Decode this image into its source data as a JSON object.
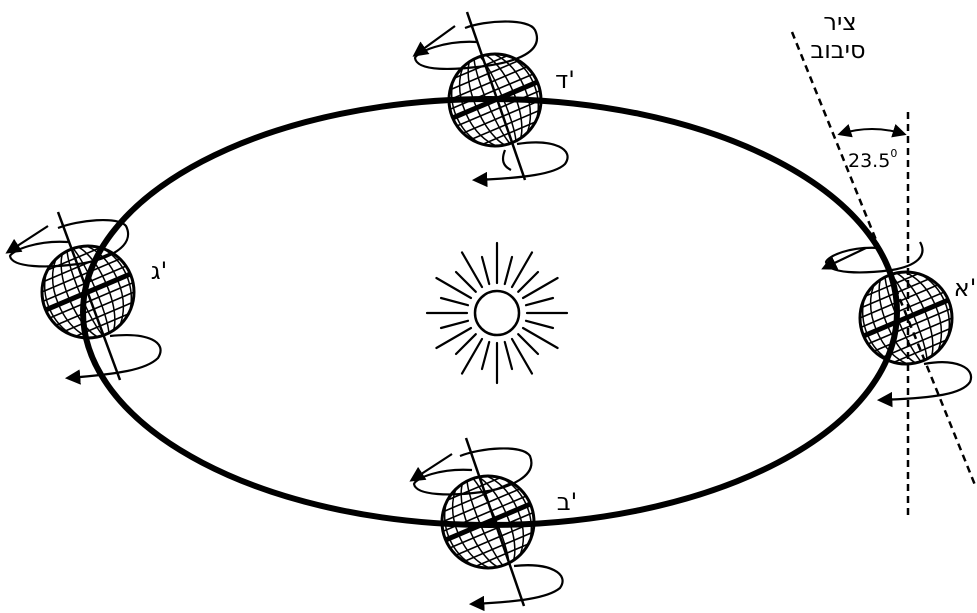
{
  "diagram": {
    "axis_label_line1": "ציר",
    "axis_label_line2": "סיבוב",
    "angle_label": "23.5",
    "angle_degree_mark": "0",
    "positions": {
      "a": "א'",
      "b": "ב'",
      "g": "ג'",
      "d": "ד'"
    }
  }
}
